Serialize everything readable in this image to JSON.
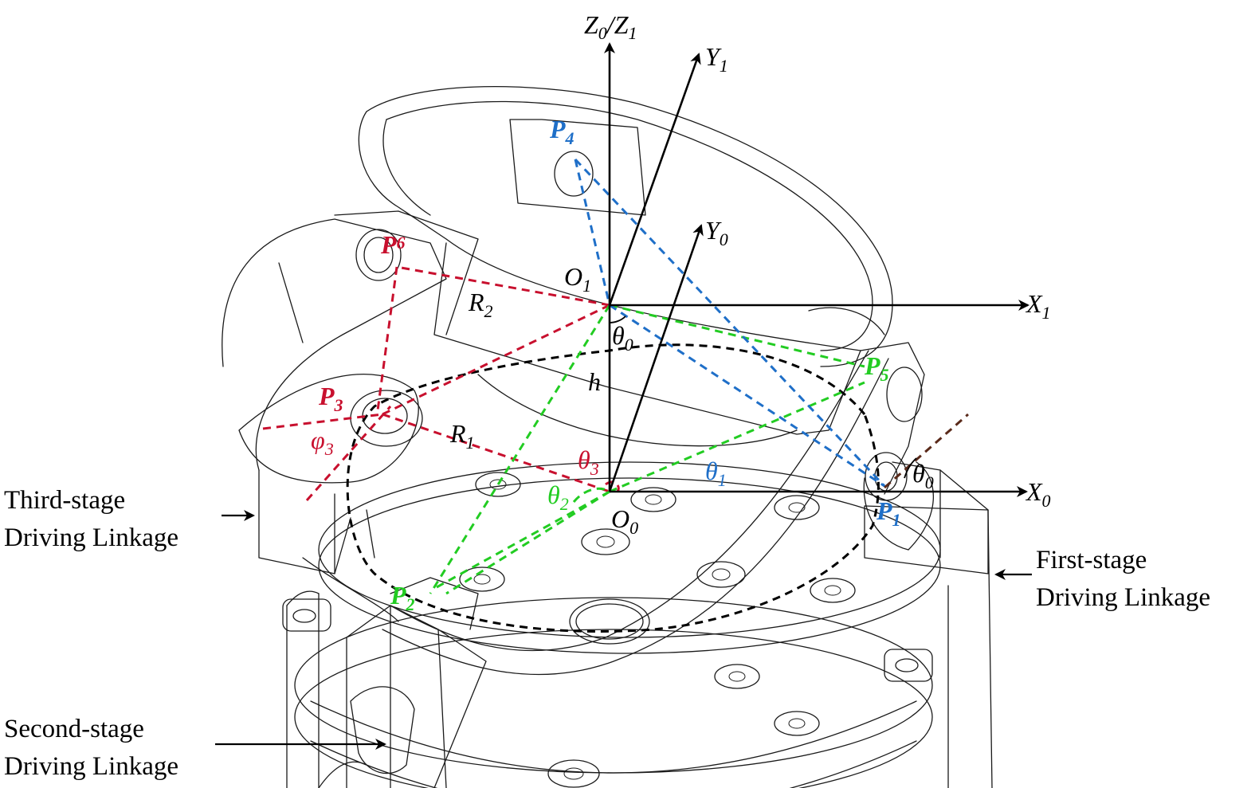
{
  "colors": {
    "red": "#c8102e",
    "green": "#22cc22",
    "blue": "#1f6fc8",
    "black": "#000000"
  },
  "axes": {
    "z01": {
      "main": "Z",
      "sub": "0",
      "slash": "/Z",
      "sub2": "1"
    },
    "y1": {
      "main": "Y",
      "sub": "1"
    },
    "y0": {
      "main": "Y",
      "sub": "0"
    },
    "x1": {
      "main": "X",
      "sub": "1"
    },
    "x0": {
      "main": "X",
      "sub": "0"
    }
  },
  "origins": {
    "o1": {
      "main": "O",
      "sub": "1"
    },
    "o0": {
      "main": "O",
      "sub": "0"
    }
  },
  "points": {
    "p1": {
      "main": "P",
      "sub": "1"
    },
    "p2": {
      "main": "P",
      "sub": "2"
    },
    "p3": {
      "main": "P",
      "sub": "3"
    },
    "p4": {
      "main": "P",
      "sub": "4"
    },
    "p5": {
      "main": "P",
      "sub": "5"
    },
    "p6": {
      "main": "P",
      "sub": "6"
    }
  },
  "symbols": {
    "r1": {
      "main": "R",
      "sub": "1"
    },
    "r2": {
      "main": "R",
      "sub": "2"
    },
    "h": "h",
    "theta0_center": {
      "main": "θ",
      "sub": "0"
    },
    "theta0_right": {
      "main": "θ",
      "sub": "0"
    },
    "theta1": {
      "main": "θ",
      "sub": "1"
    },
    "theta2": {
      "main": "θ",
      "sub": "2"
    },
    "theta3": {
      "main": "θ",
      "sub": "3"
    },
    "phi3": {
      "main": "φ",
      "sub": "3"
    }
  },
  "callouts": {
    "third": [
      "Third-stage",
      "Driving Linkage"
    ],
    "first": [
      "First-stage",
      "Driving Linkage"
    ],
    "second": [
      "Second-stage",
      "Driving Linkage"
    ]
  }
}
